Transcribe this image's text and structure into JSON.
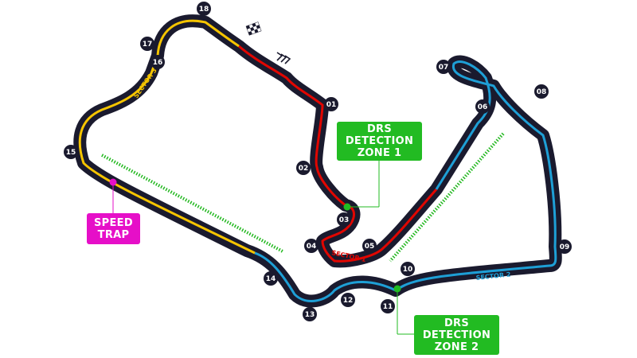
{
  "colors": {
    "track": "#1a1a2e",
    "sector1": "#e10600",
    "sector2": "#1e9fd6",
    "sector3": "#f5c400",
    "drs_zone": "#22b81f",
    "drs_detection": "#22bb22",
    "speed_trap": "#e60fc8",
    "turn_marker": "#1a1a2e",
    "start_finish": "#1a1a2e"
  },
  "icons": {
    "start_finish": "checkered-flag-icon",
    "direction": "direction-chevrons-icon"
  },
  "turns": [
    "01",
    "02",
    "03",
    "04",
    "05",
    "06",
    "07",
    "08",
    "09",
    "10",
    "11",
    "12",
    "13",
    "14",
    "15",
    "16",
    "17",
    "18"
  ],
  "sectors": {
    "s1": "SECTOR 1",
    "s2": "SECTOR 2",
    "s3": "SECTOR 3"
  },
  "drs_detection_1": {
    "line1": "DRS",
    "line2": "DETECTION",
    "line3": "ZONE 1"
  },
  "drs_detection_2": {
    "line1": "DRS",
    "line2": "DETECTION",
    "line3": "ZONE 2"
  },
  "speed_trap": {
    "line1": "SPEED",
    "line2": "TRAP"
  }
}
